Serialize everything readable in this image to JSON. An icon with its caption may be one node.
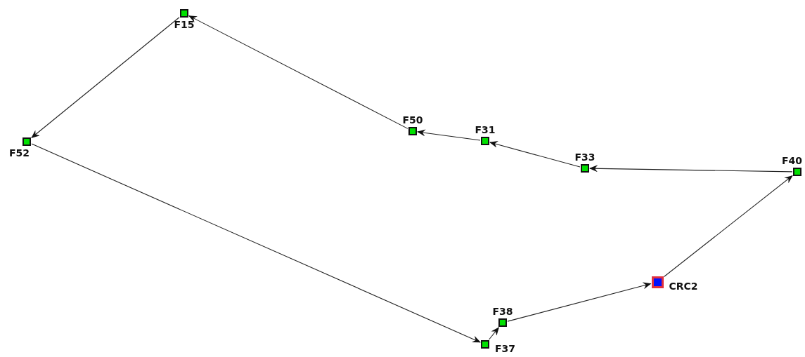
{
  "diagram": {
    "nodes": [
      {
        "text": [
          "F15"
        ]
      },
      {
        "text": [
          "F52"
        ]
      },
      {
        "text": [
          "F50"
        ]
      },
      {
        "text": [
          "F31"
        ]
      },
      {
        "text": [
          "F33"
        ]
      },
      {
        "text": [
          "F40"
        ]
      },
      {
        "text": [
          "CRC2"
        ]
      },
      {
        "text": [
          "F38"
        ]
      },
      {
        "text": [
          "F37"
        ]
      }
    ],
    "edges": [
      {
        "from": 6,
        "to": 5,
        "arrow": "to"
      },
      {
        "from": 5,
        "to": 4,
        "arrow": "to"
      },
      {
        "from": 4,
        "to": 3,
        "arrow": "to"
      },
      {
        "from": 3,
        "to": 2,
        "arrow": "to"
      },
      {
        "from": 2,
        "to": 0,
        "arrow": "to"
      },
      {
        "from": 0,
        "to": 1,
        "arrow": "to"
      },
      {
        "from": 1,
        "to": 8,
        "arrow": "to"
      },
      {
        "from": 8,
        "to": 7,
        "arrow": "to"
      },
      {
        "from": 7,
        "to": 6,
        "arrow": "to"
      }
    ]
  }
}
